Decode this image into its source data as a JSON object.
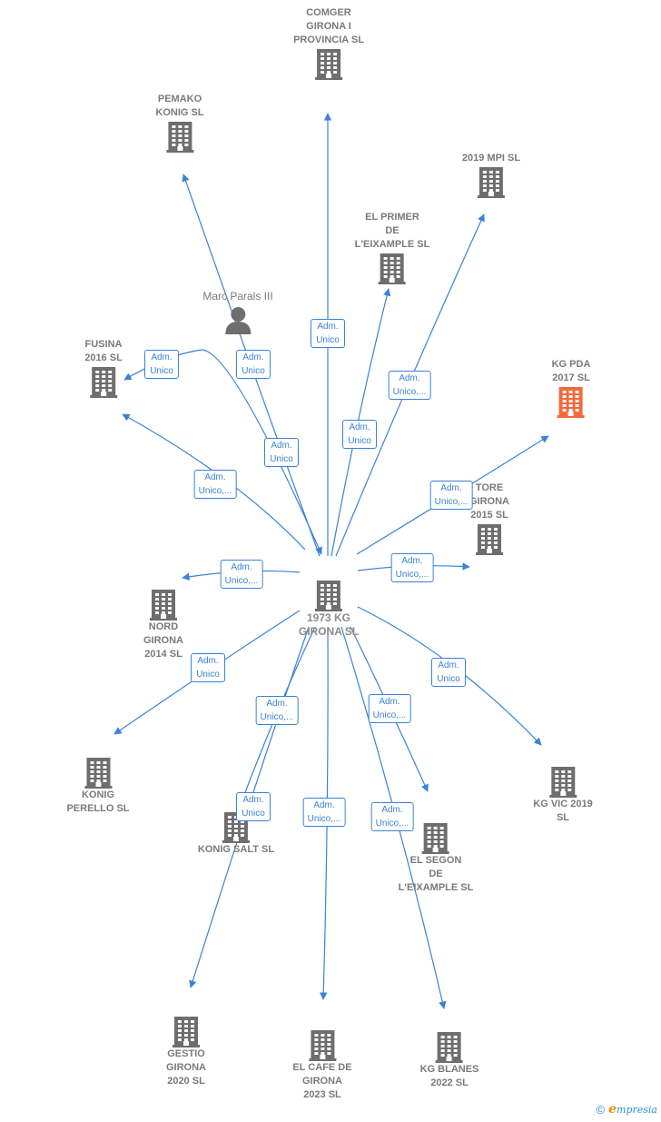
{
  "colors": {
    "edge": "#3b82d6",
    "building": "#6e6e6e",
    "building_highlight": "#f26a3c",
    "person": "#6e6e6e"
  },
  "nodes": [
    {
      "id": "center",
      "label": "1973 KG\nGIRONA SL",
      "icon": "building-icon",
      "type": "company"
    },
    {
      "id": "comger",
      "label": "COMGER\nGIRONA I\nPROVINCIA SL",
      "icon": "building-icon",
      "type": "company"
    },
    {
      "id": "pemako",
      "label": "PEMAKO\nKONIG SL",
      "icon": "building-icon",
      "type": "company"
    },
    {
      "id": "mpi2019",
      "label": "2019 MPI  SL",
      "icon": "building-icon",
      "type": "company"
    },
    {
      "id": "primer",
      "label": "EL PRIMER\nDE\nL'EIXAMPLE SL",
      "icon": "building-icon",
      "type": "company"
    },
    {
      "id": "marc",
      "label": "Marc Parals III",
      "icon": "person-icon",
      "type": "person"
    },
    {
      "id": "fusina",
      "label": "FUSINA\n2016  SL",
      "icon": "building-icon",
      "type": "company"
    },
    {
      "id": "kgpda",
      "label": "KG PDA\n2017  SL",
      "icon": "building-icon",
      "type": "company-highlight"
    },
    {
      "id": "tore",
      "label": "TORE\nGIRONA\n2015  SL",
      "icon": "building-icon",
      "type": "company"
    },
    {
      "id": "nord",
      "label": "NORD\nGIRONA\n2014  SL",
      "icon": "building-icon",
      "type": "company"
    },
    {
      "id": "perello",
      "label": "KONIG\nPERELLO SL",
      "icon": "building-icon",
      "type": "company"
    },
    {
      "id": "vic",
      "label": "KG VIC 2019\nSL",
      "icon": "building-icon",
      "type": "company"
    },
    {
      "id": "salt",
      "label": "KONIG SALT SL",
      "icon": "building-icon",
      "type": "company"
    },
    {
      "id": "segon",
      "label": "EL SEGON\nDE\nL'EIXAMPLE SL",
      "icon": "building-icon",
      "type": "company"
    },
    {
      "id": "gestio",
      "label": "GESTIO\nGIRONA\n2020  SL",
      "icon": "building-icon",
      "type": "company"
    },
    {
      "id": "cafe",
      "label": "EL CAFE DE\nGIRONA\n2023  SL",
      "icon": "building-icon",
      "type": "company"
    },
    {
      "id": "blanes",
      "label": "KG BLANES\n2022  SL",
      "icon": "building-icon",
      "type": "company"
    }
  ],
  "edges": [
    {
      "from": "center",
      "to": "comger",
      "label": "Adm.\nUnico"
    },
    {
      "from": "center",
      "to": "pemako",
      "label": "Adm.\nUnico"
    },
    {
      "from": "marc",
      "to": "center",
      "label": "Adm.\nUnico"
    },
    {
      "from": "marc",
      "to": "fusina",
      "label": "Adm.\nUnico"
    },
    {
      "from": "center",
      "to": "mpi2019",
      "label": "Adm.\nUnico,..."
    },
    {
      "from": "center",
      "to": "primer",
      "label": "Adm.\nUnico"
    },
    {
      "from": "center",
      "to": "fusina",
      "label": "Adm.\nUnico,..."
    },
    {
      "from": "center",
      "to": "kgpda",
      "label": "Adm.\nUnico,..."
    },
    {
      "from": "center",
      "to": "tore",
      "label": "Adm.\nUnico,..."
    },
    {
      "from": "center",
      "to": "nord",
      "label": "Adm.\nUnico,..."
    },
    {
      "from": "center",
      "to": "perello",
      "label": "Adm.\nUnico"
    },
    {
      "from": "center",
      "to": "vic",
      "label": "Adm.\nUnico"
    },
    {
      "from": "center",
      "to": "salt",
      "label": "Adm.\nUnico,..."
    },
    {
      "from": "center",
      "to": "segon",
      "label": "Adm.\nUnico,..."
    },
    {
      "from": "center",
      "to": "gestio",
      "label": "Adm.\nUnico"
    },
    {
      "from": "center",
      "to": "cafe",
      "label": "Adm.\nUnico,..."
    },
    {
      "from": "center",
      "to": "blanes",
      "label": "Adm.\nUnico,..."
    }
  ],
  "brand": {
    "copyright": "©",
    "initial": "e",
    "rest": "mpresia"
  }
}
